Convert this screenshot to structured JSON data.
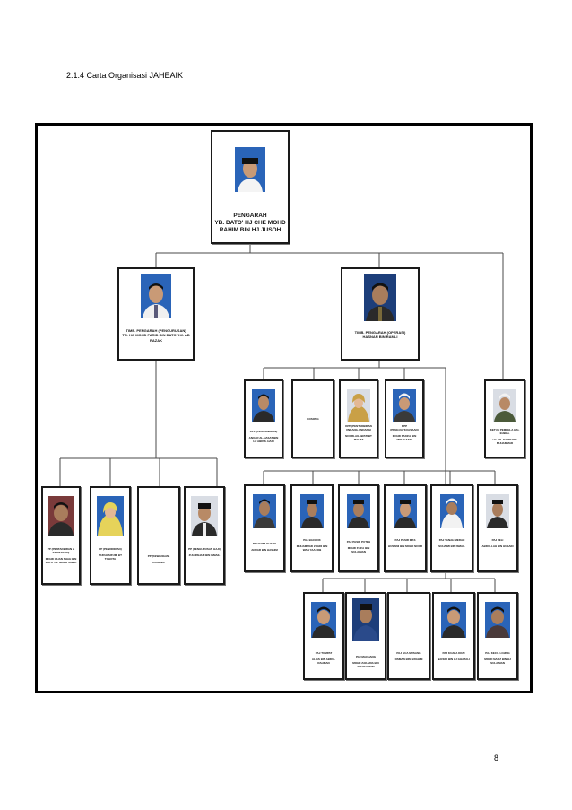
{
  "page": {
    "heading": "2.1.4 Carta Organisasi JAHEAIK",
    "page_number": "8"
  },
  "org": {
    "director": {
      "title": "PENGARAH",
      "name": "YB. DATO' HJ CHE MOHD RAHIM BIN HJ.JUSOH"
    },
    "deputy_admin": {
      "title": "TIMB. PENGARAH (PENGURUSAN)",
      "name": "TN. HJ. MOHD FARID BIN DATO' HJ. AB RAZAK"
    },
    "deputy_ops": {
      "title": "TIMB. PENGARAH (OPERASI)",
      "name": "HASNAN BIN RAMLI"
    },
    "row_ops_heads": [
      {
        "title": "KPP (PENTADBIRAN)",
        "name": "ANUAR AL-HASAT BIN HJ ABDUL HADI"
      },
      {
        "title": "KOSONG",
        "name": ""
      },
      {
        "title": "KPP (PENTADBIRAN UNDANG-UNDANG)",
        "name": "NOORLAILAWATI BT MAHAT"
      },
      {
        "title": "KPP (PENGUATKUASAAN)",
        "name": "MOHD FADZLI BIN MOHD ZAIN"
      }
    ],
    "hq_officer": {
      "title": "KETUA PEMBELA HAL EHWAL",
      "name": "HJ. AB. KADIR BIN MUHAMMAD"
    },
    "admin_staff": [
      {
        "title": "PP (PENTADBIRAN & KEWANGAN)",
        "name": "MOHD IZHAN SHAH BIN DATO' HJ. MOHD JAMRI"
      },
      {
        "title": "PP (PENDIDIKAN)",
        "name": "NURHASIFUMI BT TOHOTA"
      },
      {
        "title": "PP (KEWANGAN)",
        "name": "KOSONG"
      },
      {
        "title": "PP (PENGURUSAN HAJI)",
        "name": "ZULHISHAM BIN ISMAIL"
      }
    ],
    "district_row1": [
      {
        "title": "PAJ KOTA BHARU",
        "name": "ANUAR BIN HASHIM"
      },
      {
        "title": "PAJ BACHOK",
        "name": "MUHAMMAD ZOHDI BIN WAN YAACOB"
      },
      {
        "title": "PAJ PASIR PUTEH",
        "name": "MOHD FUZLI BIN SULAIMAN"
      },
      {
        "title": "PAJ PASIR MAS",
        "name": "HUSAINI BIN MOHD NOOR"
      },
      {
        "title": "PAJ TANAH MERAH",
        "name": "SUHAIMI BIN ISMAIL"
      },
      {
        "title": "PAJ JELI",
        "name": "ABDULLAH BIN HUSAIN"
      }
    ],
    "district_row2": [
      {
        "title": "PAJ TUMPAT",
        "name": "ALIAS BIN ABDUL RAHMAN"
      },
      {
        "title": "PAJ MACHANG",
        "name": "MOHD ZAKARIA BIN JALALUDDIN"
      },
      {
        "title": "PAJ GUA MUSANG",
        "name": "OSMAN BIN IBRAHIM"
      },
      {
        "title": "PAJ KUALA KRAI",
        "name": "NAFERI BIN HJ GHAZALI"
      },
      {
        "title": "PAJ KECIL LOJING",
        "name": "MOHD NAFIZ BIN HJ SULAIMAN"
      }
    ]
  },
  "colors": {
    "line": "#4a4a4a",
    "border": "#1a1a1a",
    "photo_bg_blue": "#2a64b8",
    "photo_bg_light": "#d9dde4"
  }
}
